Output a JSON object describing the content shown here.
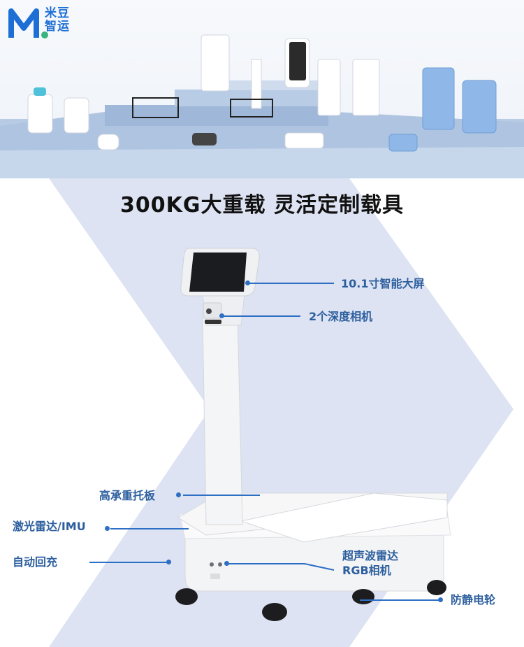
{
  "brand": {
    "name_line1": "米豆",
    "name_line2": "智运"
  },
  "headline": "300KG大重载   灵活定制载具",
  "callouts": {
    "screen": "10.1寸智能大屏",
    "depth_camera": "2个深度相机",
    "tray": "高承重托板",
    "lidar": "激光雷达/IMU",
    "recharge": "自动回充",
    "ultrasonic": "超声波雷达",
    "rgb": "RGB相机",
    "wheel": "防静电轮"
  },
  "colors": {
    "accent": "#2d6fc4",
    "callout_text": "#2d5f9e",
    "chevron": "#dde3f2"
  }
}
